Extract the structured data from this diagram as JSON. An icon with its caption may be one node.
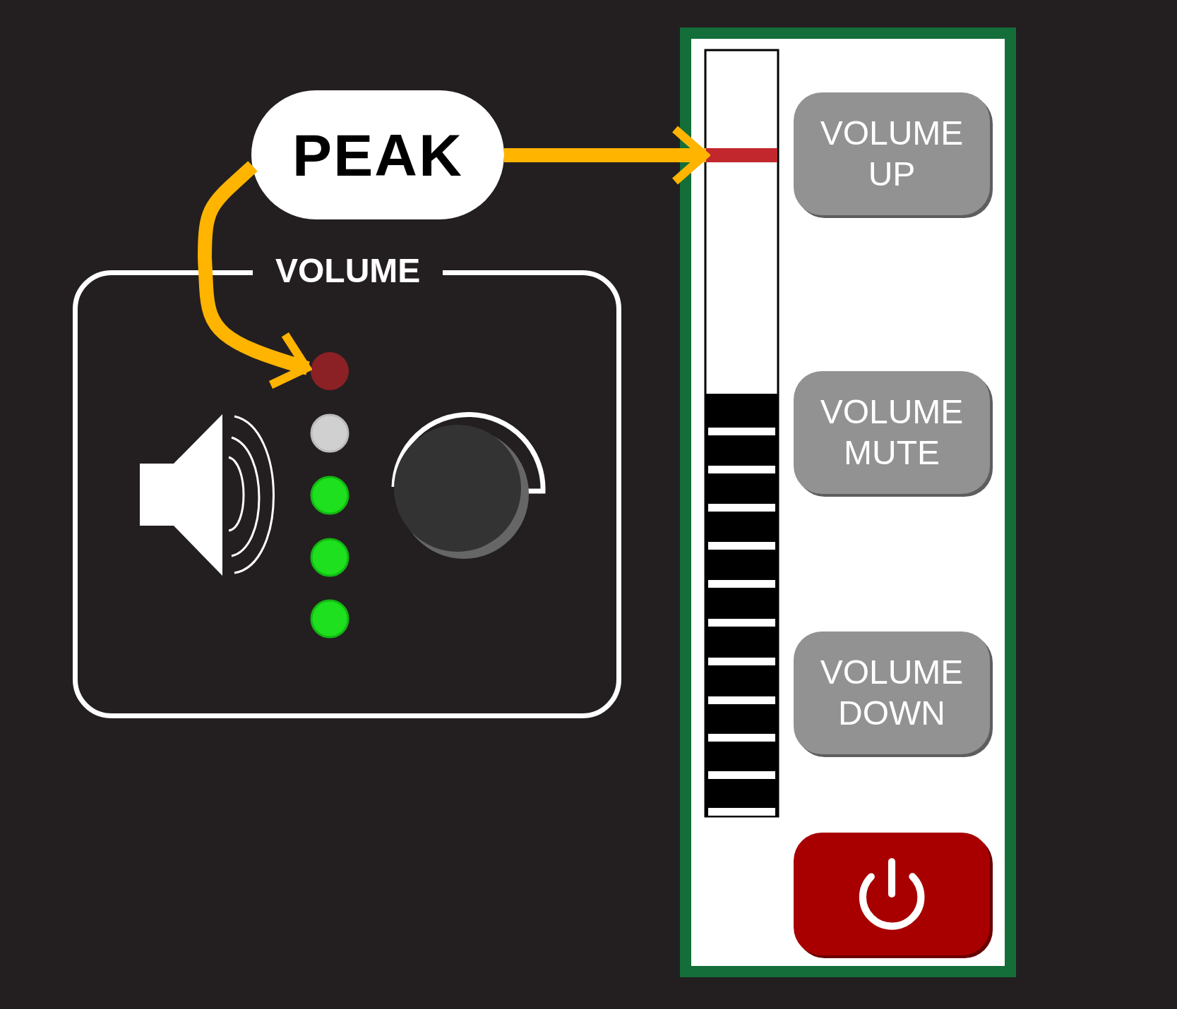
{
  "diagram": {
    "nodes": [
      {
        "text": [
          "PEAK"
        ]
      },
      {
        "text": [
          "VOLUME"
        ]
      },
      {
        "text": [],
        "shape": "circle",
        "in": 1
      },
      {
        "text": [],
        "shape": "bar"
      },
      {
        "text": [
          "VOLUME UP"
        ]
      },
      {
        "text": [
          "VOLUME MUTE"
        ]
      },
      {
        "text": [
          "VOLUME DOWN"
        ]
      },
      {
        "text": [],
        "shape": "box"
      }
    ],
    "edges": [
      {
        "from": 0,
        "to": 3,
        "arrow": "to"
      },
      {
        "from": 0,
        "to": 2,
        "arrow": "to"
      }
    ]
  }
}
